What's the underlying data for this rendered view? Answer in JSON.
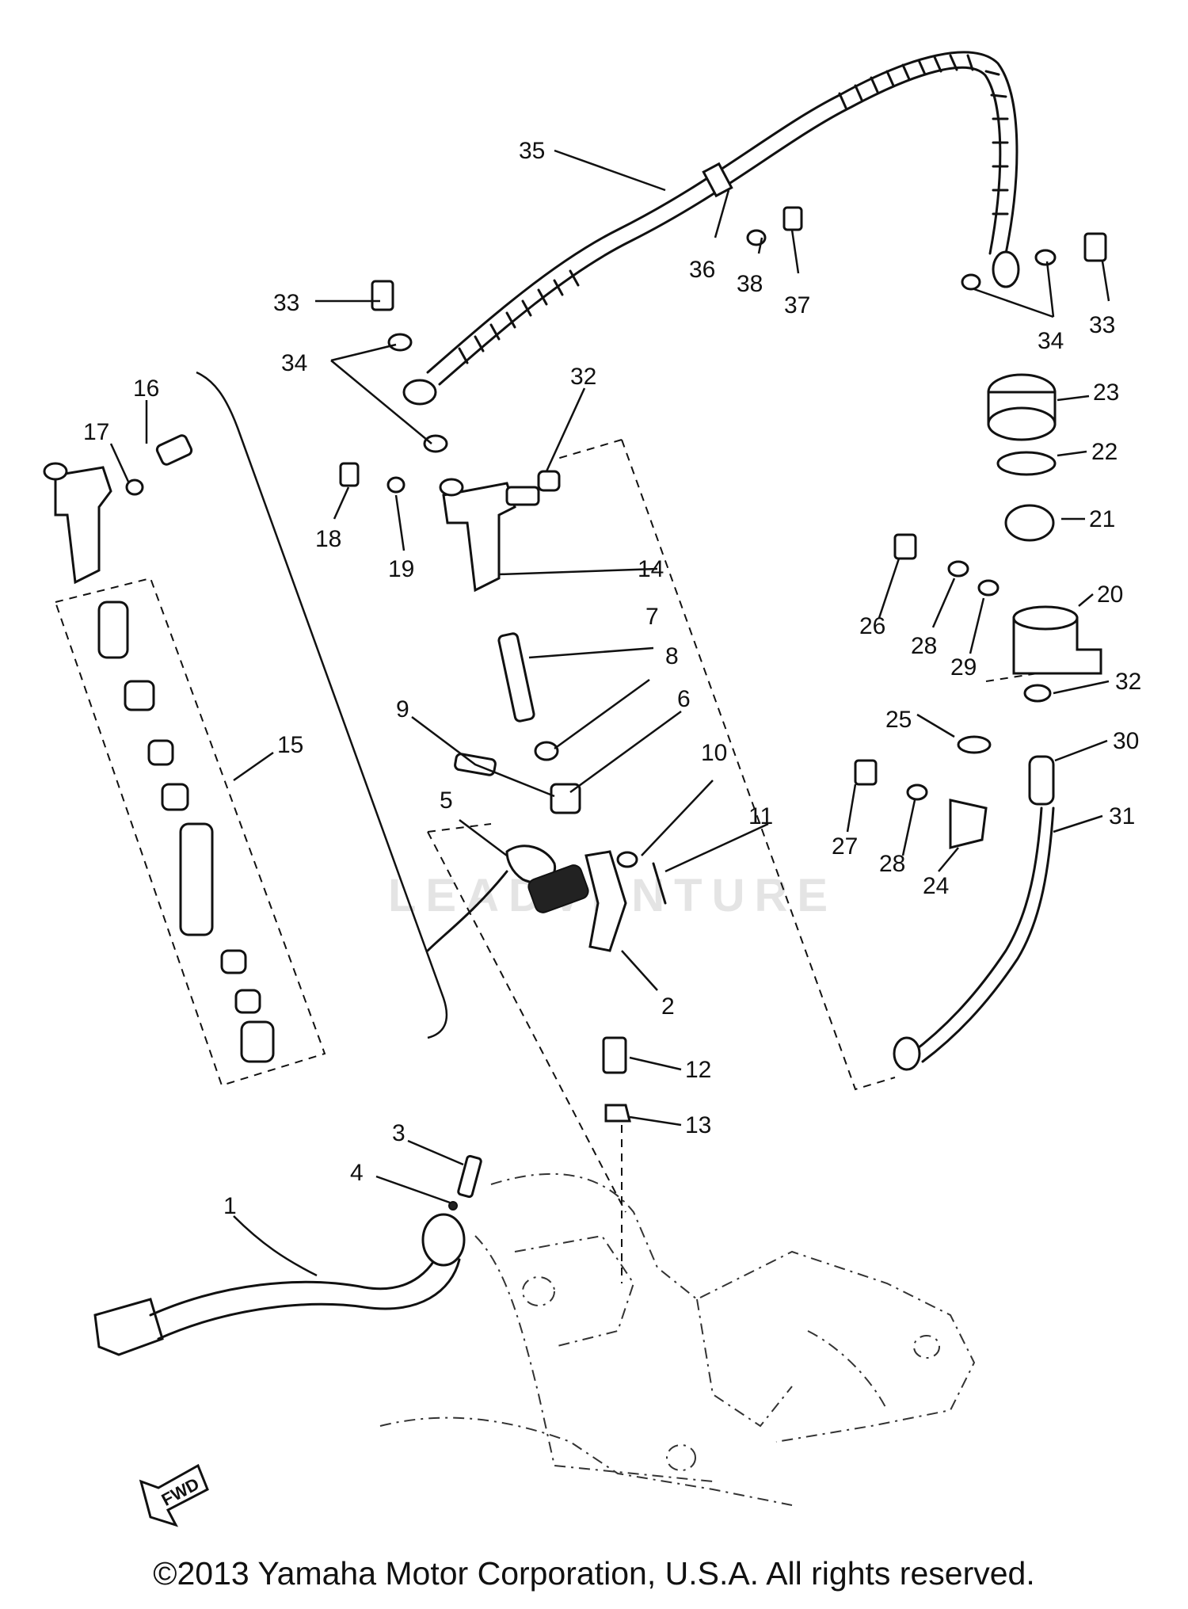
{
  "diagram": {
    "watermark": "LEADVENTURE",
    "direction_label": "FWD",
    "callouts": [
      "1",
      "2",
      "3",
      "4",
      "5",
      "6",
      "7",
      "8",
      "9",
      "10",
      "11",
      "12",
      "13",
      "14",
      "15",
      "16",
      "17",
      "18",
      "19",
      "20",
      "21",
      "22",
      "23",
      "24",
      "25",
      "26",
      "27",
      "28",
      "29",
      "30",
      "31",
      "32",
      "33",
      "34",
      "35",
      "36",
      "37",
      "38"
    ]
  },
  "footer": {
    "copyright": "©2013 Yamaha Motor Corporation, U.S.A. All rights reserved."
  }
}
